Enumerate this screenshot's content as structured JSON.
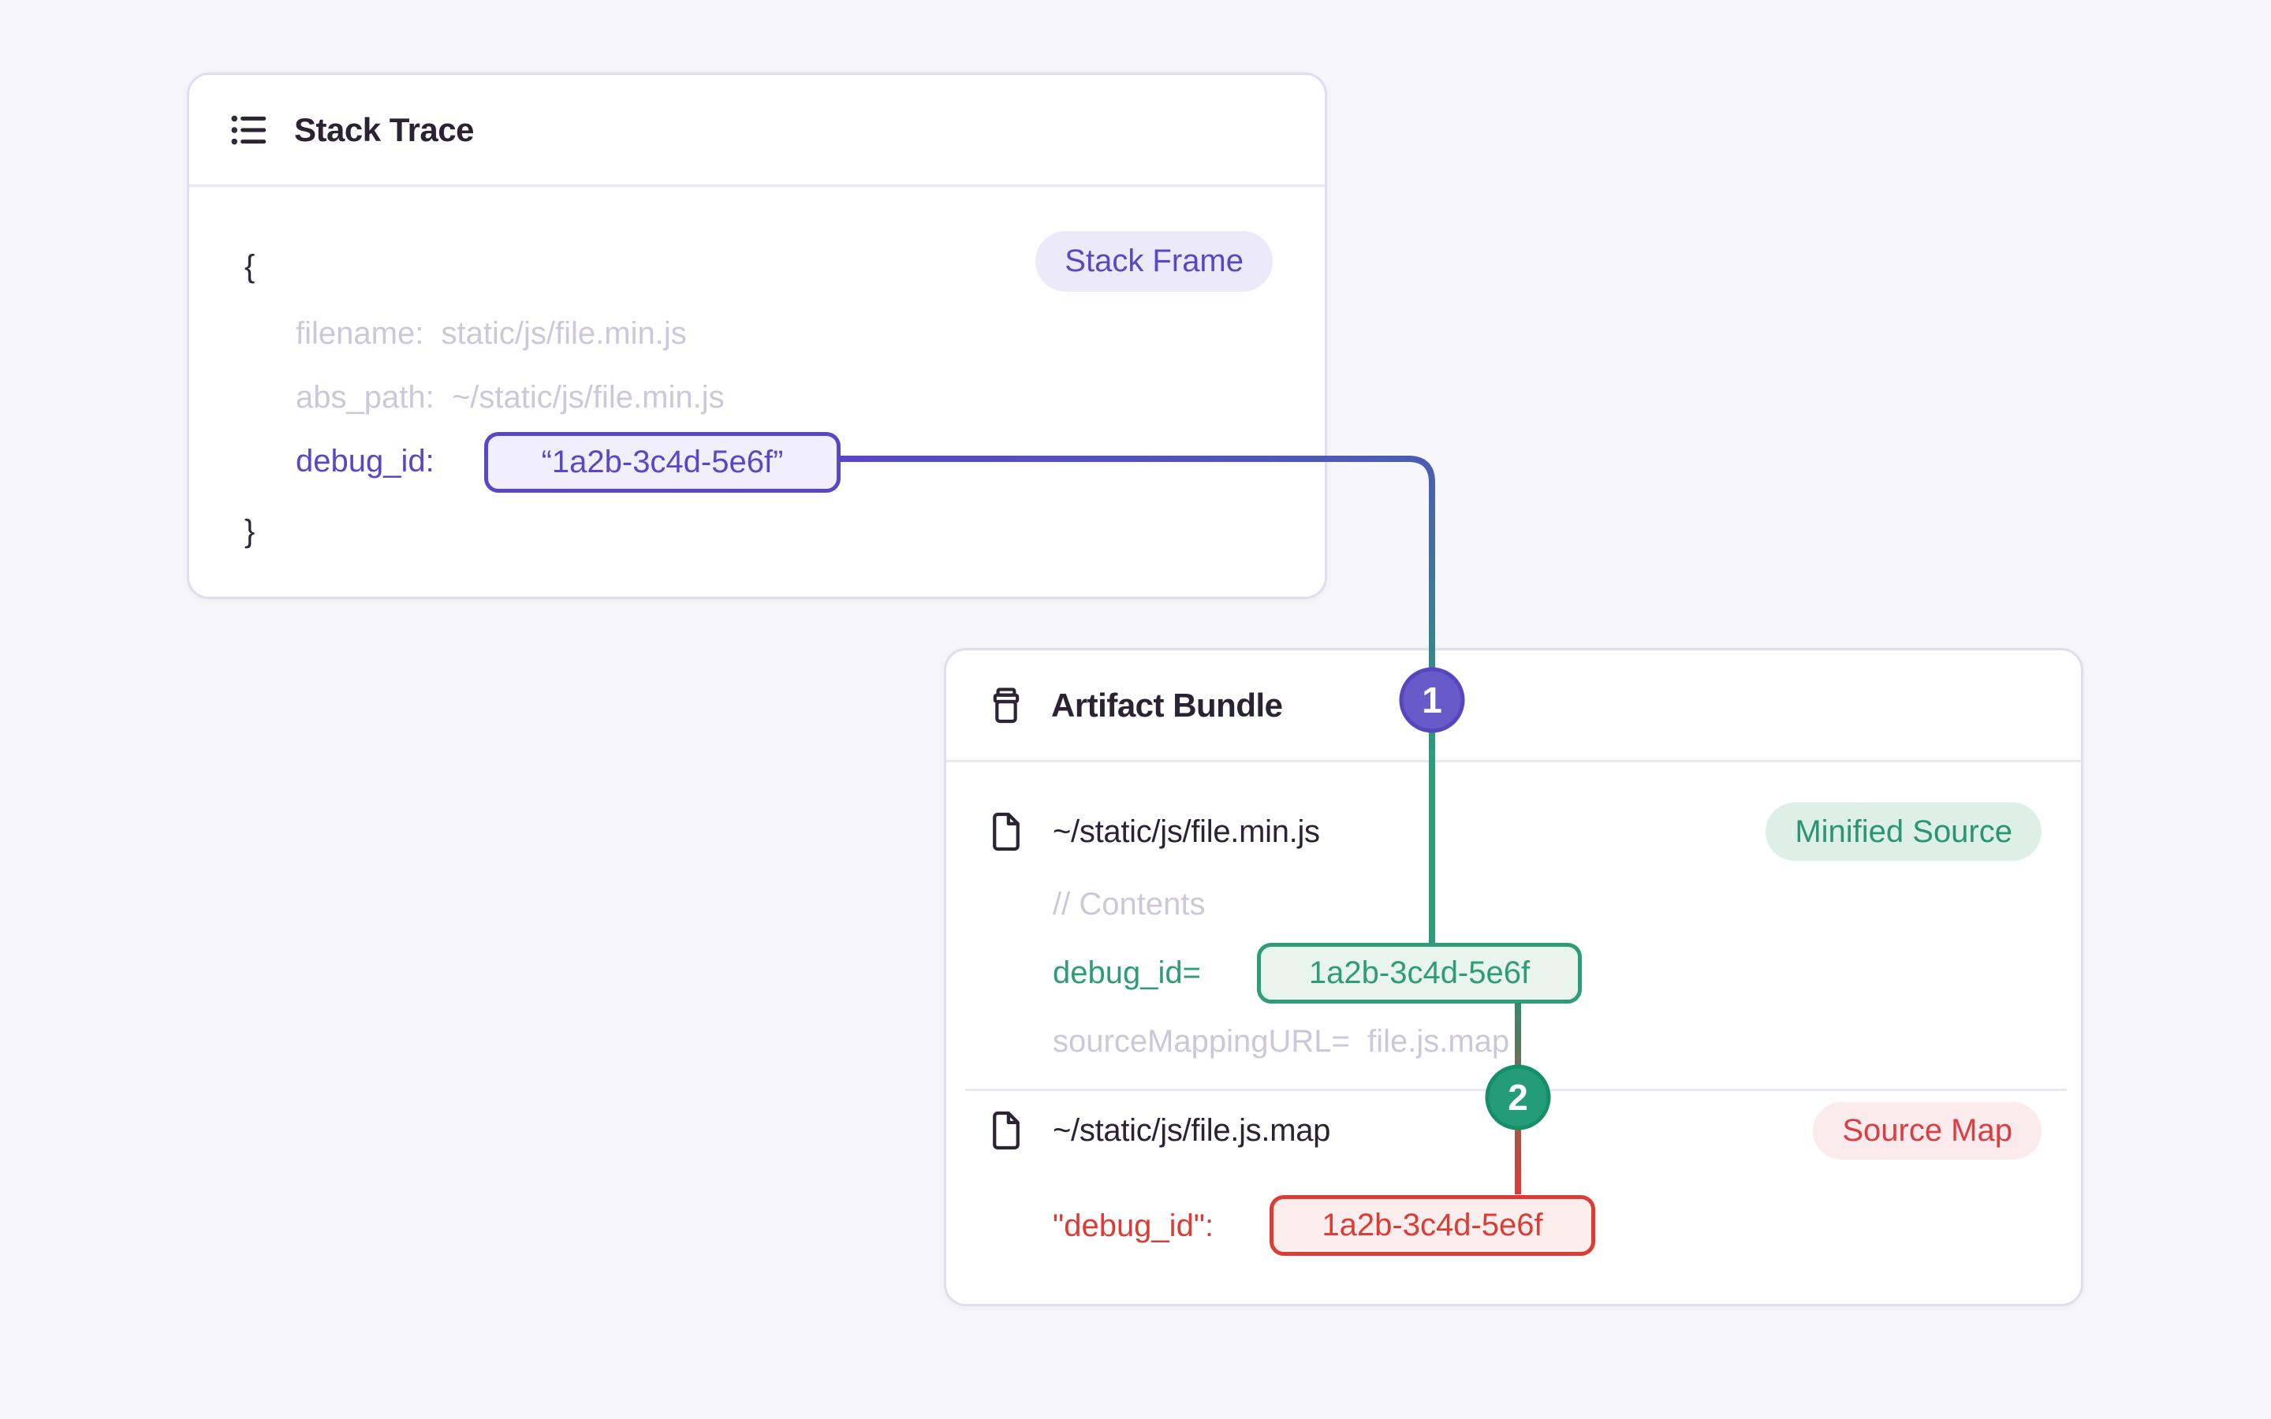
{
  "theme": {
    "page_bg": "#f7f6fa",
    "card_bg": "#ffffff",
    "card_border": "#e1dded",
    "divider": "#eae7f1",
    "heading_text": "#2b2233",
    "muted_text": "#cdc7da",
    "brace_text": "#2e2837",
    "purple": "#5847c6",
    "purple_soft": "#f1effc",
    "purple_badge": "#eceafa",
    "indigo_mid": "#4c5cb2",
    "green": "#2d9c78",
    "green_soft": "#e9f4ef",
    "green_badge": "#ddefe7",
    "green_badge_text": "#2b9474",
    "red": "#dd3c35",
    "red_soft": "#fdeeee",
    "red_badge": "#fcebec",
    "red_badge_text": "#dc3d43",
    "step1_fill": "#675ac9",
    "step1_ring": "#5646bf",
    "step2_fill": "#249c77",
    "step2_ring": "#158f68",
    "connector2_top": "#35896a"
  },
  "icons": {
    "stack_trace_header": "list-icon",
    "artifact_bundle_header": "archive-box-icon",
    "minified_source_row": "file-icon",
    "source_map_row": "file-icon"
  },
  "stack_trace": {
    "title": "Stack Trace",
    "badge": "Stack Frame",
    "code": {
      "open_brace": "{",
      "filename_line": "filename:  static/js/file.min.js",
      "abs_path_line": "abs_path:  ~/static/js/file.min.js",
      "debug_id_label": "debug_id:",
      "debug_id_value": "“1a2b-3c4d-5e6f”",
      "close_brace": "}"
    }
  },
  "artifact_bundle": {
    "title": "Artifact Bundle",
    "minified": {
      "path": "~/static/js/file.min.js",
      "badge": "Minified Source",
      "comment": "// Contents",
      "debug_label": "debug_id=",
      "debug_value": "1a2b-3c4d-5e6f",
      "source_mapping_line": "sourceMappingURL=  file.js.map"
    },
    "sourcemap": {
      "path": "~/static/js/file.js.map",
      "badge": "Source Map",
      "debug_label": "\"debug_id\":",
      "debug_value": "1a2b-3c4d-5e6f"
    }
  },
  "connectors": {
    "step1": {
      "label": "1"
    },
    "step2": {
      "label": "2"
    }
  }
}
